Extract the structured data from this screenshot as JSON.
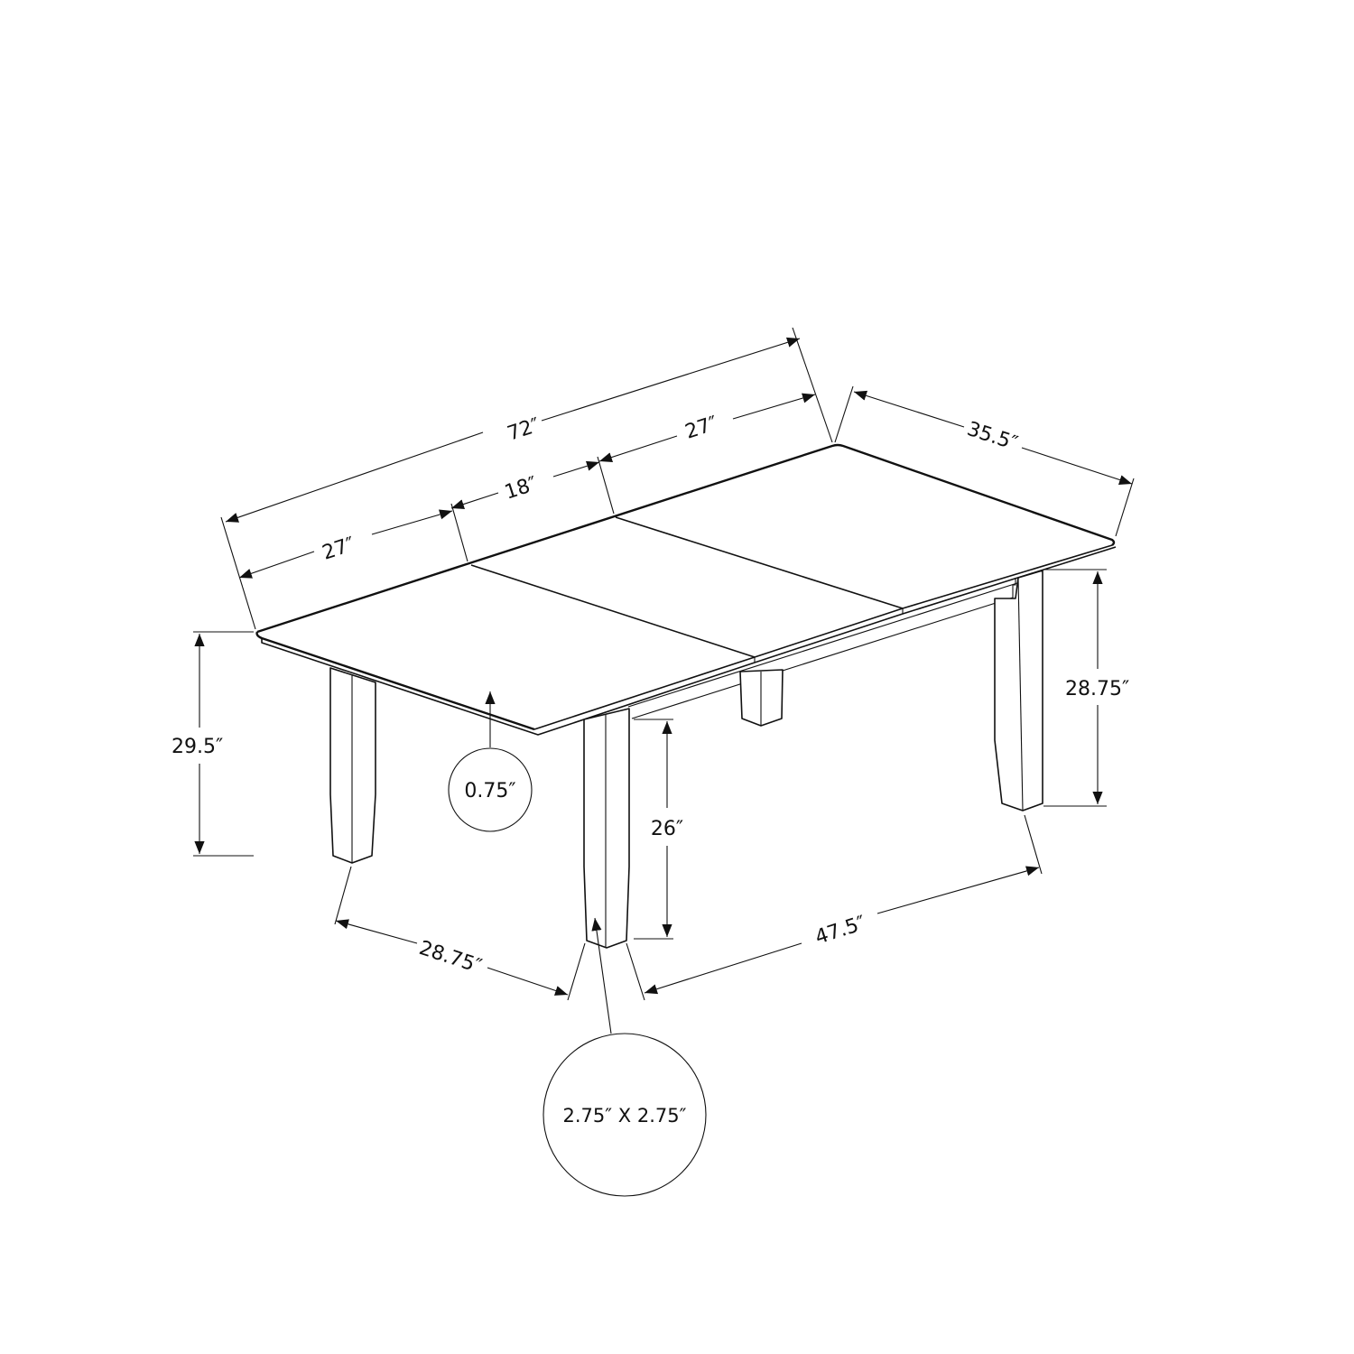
{
  "diagram": {
    "subject": "Extendable dining table dimension drawing",
    "line_color": "#111111",
    "background": "#ffffff",
    "dimensions": {
      "overall_length": "72″",
      "leaf_left": "27″",
      "leaf_middle": "18″",
      "leaf_right": "27″",
      "width": "35.5″",
      "overall_height": "29.5″",
      "top_thickness": "0.75″",
      "apron_clearance": "26″",
      "leg_height": "28.75″",
      "leg_spacing_width": "28.75″",
      "leg_spacing_length": "47.5″",
      "leg_section": "2.75″ X 2.75″"
    }
  }
}
